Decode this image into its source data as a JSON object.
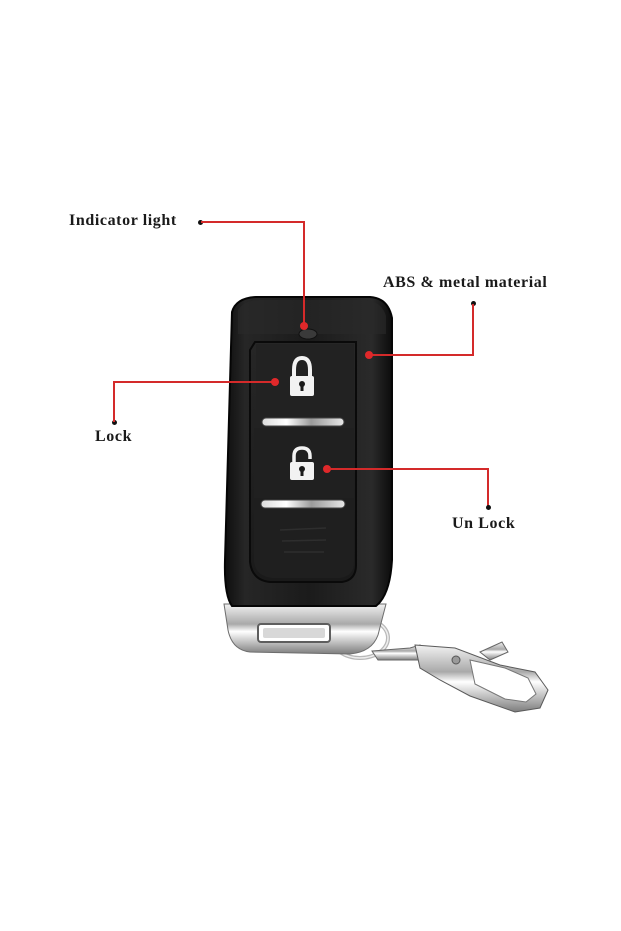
{
  "product": {
    "name": "Two-button car key remote with keychain",
    "body_color": "#1c1c1c",
    "accent_color": "#d42a2a"
  },
  "callouts": [
    {
      "id": "indicator-light",
      "label": "Indicator light"
    },
    {
      "id": "abs-metal",
      "label": "ABS & metal material"
    },
    {
      "id": "lock",
      "label": "Lock"
    },
    {
      "id": "unlock",
      "label": "Un Lock"
    }
  ],
  "buttons": [
    {
      "id": "lock-button",
      "icon": "lock-closed-icon"
    },
    {
      "id": "unlock-button",
      "icon": "lock-open-icon"
    },
    {
      "id": "third-button",
      "icon": "none"
    }
  ]
}
